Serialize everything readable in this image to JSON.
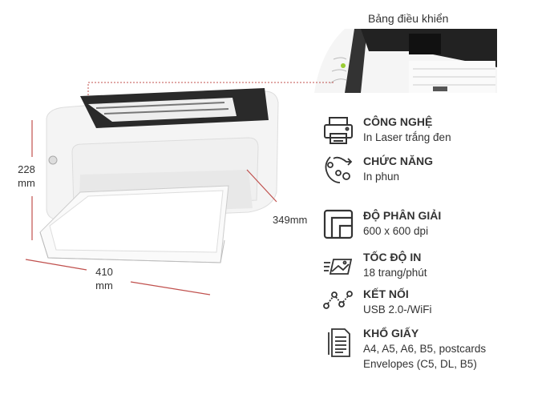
{
  "control_panel_label": "Bảng điều khiển",
  "dimensions": {
    "height_value": "228",
    "height_unit": "mm",
    "depth": "349mm",
    "width_value": "410",
    "width_unit": "mm"
  },
  "specs": [
    {
      "icon": "printer-icon",
      "title": "CÔNG NGHỆ",
      "lines": [
        "In Laser trắng đen"
      ]
    },
    {
      "icon": "functions-gears-icon",
      "title": "CHỨC NĂNG",
      "lines": [
        "In phun"
      ]
    },
    {
      "icon": "resolution-icon",
      "title": "ĐỘ PHÂN GIẢI",
      "lines": [
        "600 x 600 dpi"
      ]
    },
    {
      "icon": "print-speed-icon",
      "title": "TỐC ĐỘ IN",
      "lines": [
        "18 trang/phút"
      ]
    },
    {
      "icon": "connection-icon",
      "title": "KẾT NỐI",
      "lines": [
        "USB 2.0-/WiFi"
      ]
    },
    {
      "icon": "paper-size-icon",
      "title": "KHỔ GIẤY",
      "lines": [
        "A4, A5, A6, B5, postcards",
        "Envelopes (C5, DL, B5)"
      ]
    }
  ],
  "colors": {
    "dimension_line": "#c0504d",
    "text": "#333333"
  }
}
